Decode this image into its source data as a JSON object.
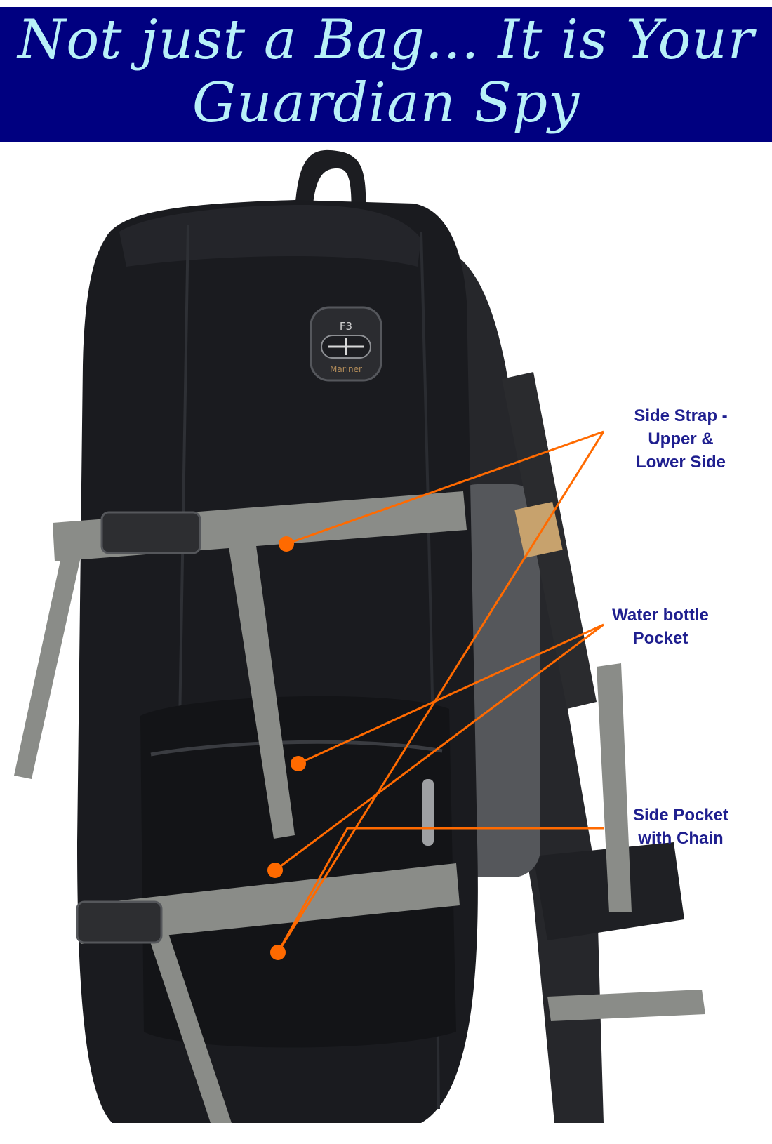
{
  "headline": {
    "line1": "Not just a Bag... It is Your",
    "line2": "Guardian Spy"
  },
  "callouts": {
    "side_strap": [
      "Side Strap -",
      "Upper &",
      "Lower Side"
    ],
    "water_bottle": [
      "Water bottle",
      "Pocket"
    ],
    "side_pocket": [
      "Side Pocket",
      "with Chain"
    ]
  },
  "product_badge": {
    "top": "F3",
    "bottom": "Mariner"
  },
  "colors": {
    "banner": "#000080",
    "headline_text": "#b8f0f8",
    "callout_text": "#1f1f8f",
    "leader_lines": "#ff6a00",
    "bag_body": "#1a1b1f",
    "webbing": "#8a8c88"
  }
}
